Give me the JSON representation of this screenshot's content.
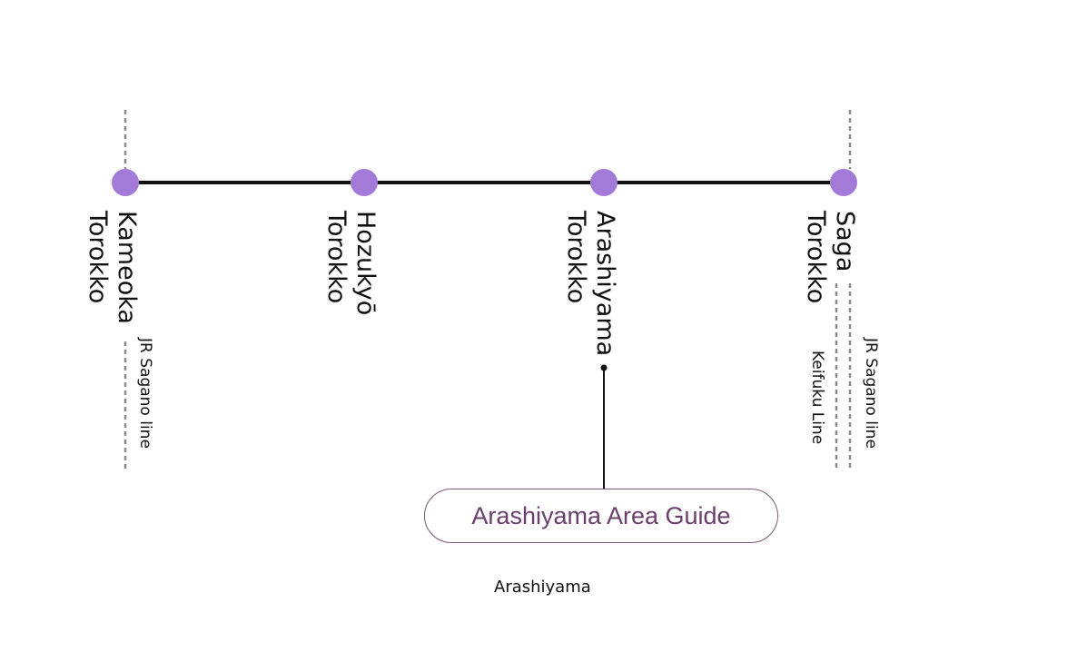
{
  "colors": {
    "station_dot": "#a47ad8",
    "track": "#111111",
    "dashed_line": "#8a8a8a",
    "guide_border": "#7a5a7a",
    "guide_text": "#6b3f6b"
  },
  "stations": [
    {
      "line1": "Kameoka",
      "line2": "Torokko"
    },
    {
      "line1": "Hozukyō",
      "line2": "Torokko"
    },
    {
      "line1": "Arashiyama",
      "line2": "Torokko"
    },
    {
      "line1": "Saga",
      "line2": "Torokko"
    }
  ],
  "connections": {
    "kameoka_line": "JR Sagano line",
    "saga_line_left": "Keifuku  Line",
    "saga_line_right": "JR Sagano line"
  },
  "guide_button": {
    "label": "Arashiyama Area Guide"
  },
  "bottom_link": {
    "label": "Arashiyama"
  }
}
